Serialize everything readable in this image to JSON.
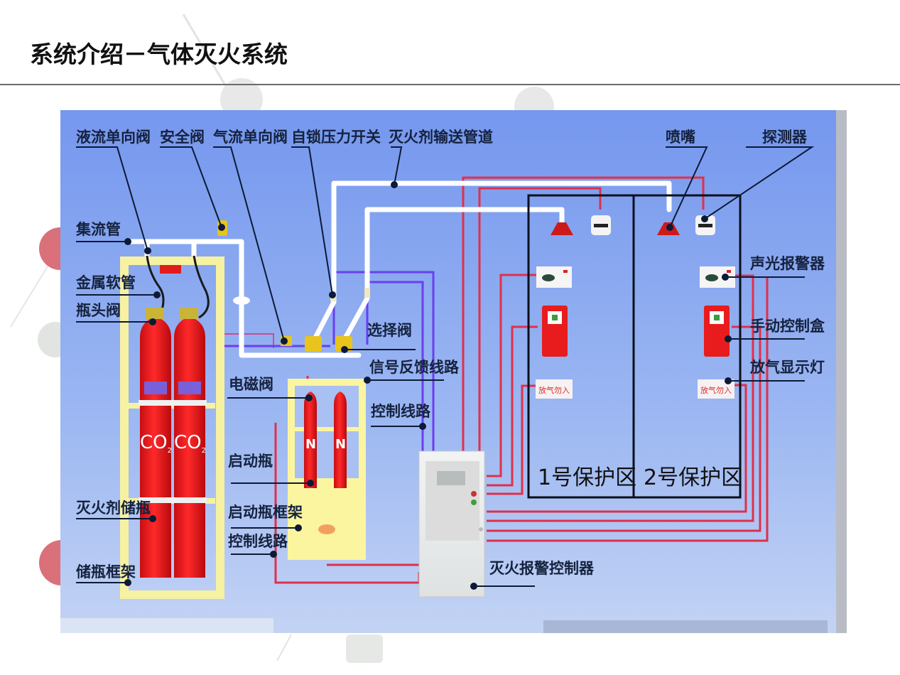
{
  "slide": {
    "title": "系统介绍－气体灭火系统"
  },
  "diagram": {
    "labels": {
      "liquid_check_valve": "液流单向阀",
      "safety_valve": "安全阀",
      "gas_check_valve": "气流单向阀",
      "self_lock_pressure_switch": "自锁压力开关",
      "agent_delivery_pipe": "灭火剂输送管道",
      "nozzle": "喷嘴",
      "detector": "探测器",
      "manifold": "集流管",
      "metal_hose": "金属软管",
      "cylinder_valve": "瓶头阀",
      "selector_valve": "选择阀",
      "solenoid_valve": "电磁阀",
      "signal_feedback_line": "信号反馈线路",
      "control_line_upper": "控制线路",
      "starter_cylinder": "启动瓶",
      "starter_cylinder_rack": "启动瓶框架",
      "control_line_lower": "控制线路",
      "agent_storage_cylinder": "灭火剂储瓶",
      "storage_cylinder_rack": "储瓶框架",
      "audio_visual_alarm": "声光报警器",
      "manual_control_box": "手动控制盒",
      "discharge_indicator": "放气显示灯",
      "fire_alarm_controller": "灭火报警控制器"
    },
    "zones": {
      "zone1": "1号保护区",
      "zone2": "2号保护区"
    },
    "cylinder_marks": {
      "co2": "CO",
      "co2_sub": "2",
      "n2": "N"
    },
    "discharge_sign_text": "放气勿入",
    "colors": {
      "background_blue": "#7a9ff0",
      "pipe": "#ffffff",
      "control_wire": "#e0304a",
      "signal_wire": "#6a3ff0",
      "cylinder_red": "#e8151c",
      "rack_yellow": "#fbf5a0",
      "leader_line": "#0c1a36",
      "zone_border": "#0a0f1c"
    }
  }
}
